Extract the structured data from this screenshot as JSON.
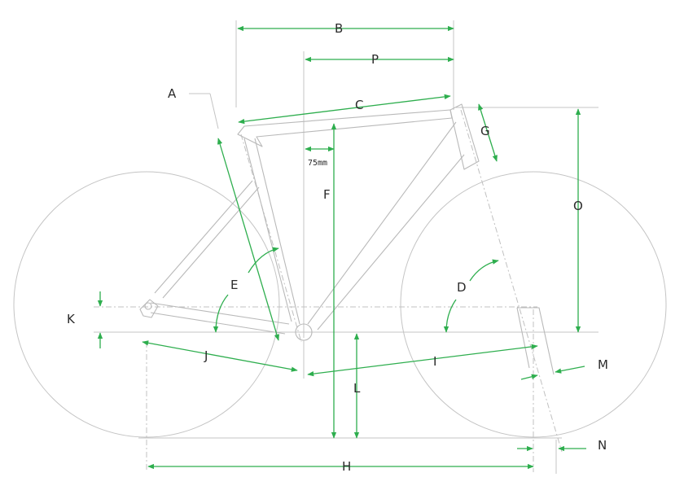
{
  "labels": {
    "A": "A",
    "B": "B",
    "C": "C",
    "D": "D",
    "E": "E",
    "F": "F",
    "G": "G",
    "H": "H",
    "I": "I",
    "J": "J",
    "K": "K",
    "L": "L",
    "M": "M",
    "N": "N",
    "O": "O",
    "P": "P"
  },
  "note_75": "75mm",
  "colors": {
    "dimension": "#2eae4e",
    "frame": "#b9b9b9",
    "text": "#2b2b2b"
  }
}
